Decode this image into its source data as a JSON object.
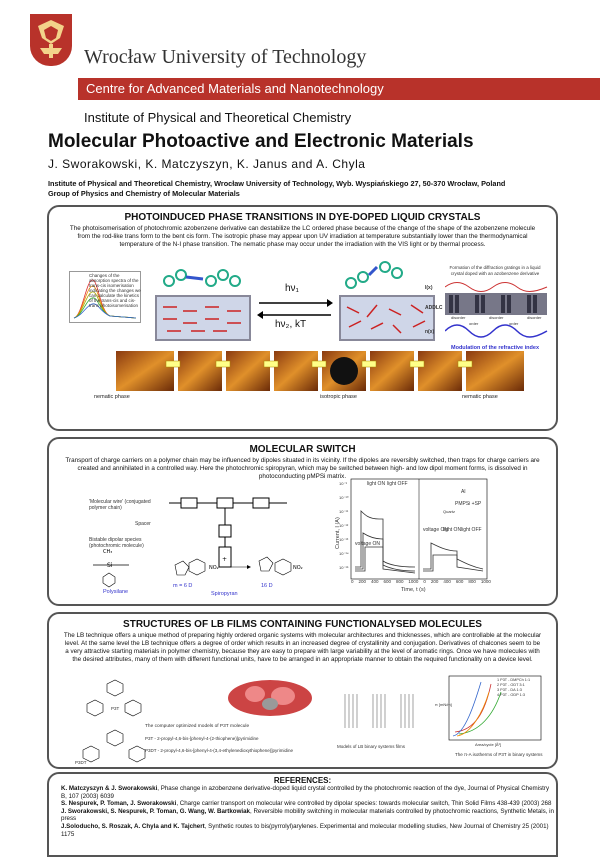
{
  "header": {
    "university": "Wrocław University of Technology",
    "centre": "Centre for Advanced Materials and Nanotechnology",
    "institute": "Institute of Physical and Theoretical Chemistry",
    "title": "Molecular Photoactive and Electronic Materials",
    "authors": "J. Sworakowski, K. Matczyszyn, K. Janus and A. Chyla",
    "affiliation_line1": "Institute of Physical and Theoretical Chemistry, Wrocław University of Technology, Wyb. Wyspiańskiego 27, 50-370 Wrocław, Poland",
    "affiliation_line2": "Group of Physics and Chemistry of Molecular Materials"
  },
  "panel1": {
    "title": "PHOTOINDUCED PHASE TRANSITIONS IN DYE-DOPED LIQUID CRYSTALS",
    "text": "The photoisomerisation of photochromic azobenzene derivative can destabilize the LC ordered phase because of the change of the shape of the azobenzene molecule from the rod-like trans form to the bent cis form. The isotropic phase may appear upon UV irradiation at temperature substantially lower than the thermodynamical temperature of the N-I phase transition. The nematic phase may occur under the irradiation with the VIS light or by thermal process.",
    "hv1": "hν₁",
    "hv2": "hν₂, kT",
    "spectra_caption": "Changes of the absorption spectra of the trans-cis isomerisation indicating the changes we can calculate the kinetics of the trans-cis and cis-trans photoisomerisation",
    "grating_caption": "Formation of the diffraction gratings in a liquid crystal doped with an azobenzene derivative",
    "grating_i": "I(x)",
    "grating_addlc": "ADDLC",
    "grating_nx": "n(x)",
    "disorder": "disorder",
    "order": "order",
    "modulation": "Modulation of the refractive index",
    "phase_nematic_left": "nematic phase",
    "phase_isotropic": "isotropic phase",
    "phase_nematic_right": "nematic phase"
  },
  "panel2": {
    "title": "MOLECULAR SWITCH",
    "text": "Transport of charge carriers on a polymer chain may be influenced by dipoles situated in its vicinity. If the dipoles are reversibly switched, then traps for charge carriers are created and annihilated in a controlled way. Here the photochromic spiropyran, which may be switched between high- and low dipol moment forms, is dissolved in photoconducting pMPSi matrix.",
    "label_wire": "'Molecular wire' (conjugated polymer chain)",
    "label_spacer": "Spacer",
    "label_bistable": "Bistable dipolar species (photochromic molecule)",
    "polysilane": "Polysilane",
    "moment": "m = 6 D",
    "spiropyran": "Spiropyran",
    "moment2": "16 D",
    "plot": {
      "ylabel": "Current, I (A)",
      "xlabel": "Time, t (s)",
      "light_on": "light ON",
      "light_off": "light OFF",
      "voltage_on": "voltage ON",
      "voltage_on2": "voltage ON",
      "light_on2": "light ON",
      "light_off2": "light OFF",
      "al": "Al",
      "pmpsi": "PMPSi +SP",
      "quartz": "Quartz",
      "x_ticks": [
        "0",
        "200",
        "400",
        "600",
        "800",
        "1000",
        "0",
        "200",
        "400",
        "600",
        "800",
        "1000"
      ],
      "y_ticks": [
        "10⁻⁹",
        "10⁻¹⁰",
        "10⁻¹¹",
        "10⁻¹²",
        "10⁻¹³",
        "10⁻¹⁴",
        "10⁻¹⁵"
      ]
    }
  },
  "panel3": {
    "title": "STRUCTURES OF LB FILMS CONTAINING FUNCTIONALYSED MOLECULES",
    "text": "The LB technique offers a unique method of preparing highly ordered organic systems with molecular architectures and thicknesses, which are controllable at the molecular level. At the same level the LB technique offers a degree of order which results in an increased degree of crystallinity and conjugation. Derivatives of chalcones seem to be a very attractive starting materials in polymer chemistry, because they are easy to prepare with large variability at the level of aromatic rings. Once we have molecules with the desired attributes, many of them with different functional units, have to be arranged in an appropriate manner to obtain the required functionality on a device level.",
    "model_caption": "The computer optimized models of P3T molecule",
    "p3t": "P3T - 2-propyl-4,6-bis-[phenyl-4-(2-thiophene)]pyrimidine",
    "p3dt": "P3DT - 2-propyl-4,6-bis-[phenyl-4-(3,4-ethylenedioxythiophene)]pyrimidine",
    "binary_caption": "Models of LB binary systems films",
    "isotherm_caption": "The π-A isotherms of P3T in binary systems",
    "isotherm_xlabel": "Area/cycle [Å²]",
    "isotherm_ylabel": "π [mN/m]",
    "legend": [
      "1 P3T - DMPCh 1:1",
      "2 P3T - ODT 3:1",
      "3 P3T - DA 1:3",
      "4 P3T - ODP 1:3"
    ],
    "p3t_label": "P3T",
    "p3dt_label": "P3DT"
  },
  "references": {
    "title": "REFERENCES:",
    "items": [
      {
        "authors": "K. Matczyszyn & J. Sworakowski",
        "text": ", Phase change in azobenzene derivative-doped liquid crystal controlled by the photochromic reaction of the dye, Journal of Physical Chemistry B, 107 (2003) 6039"
      },
      {
        "authors": "S. Nespurek, P. Toman, J. Sworakowski",
        "text": ", Charge carrier transport on molecular wire controlled by dipolar species: towards molecular switch, Thin Solid Films 438-439 (2003) 268"
      },
      {
        "authors": "J. Sworakowski, S. Nespurek, P. Toman, G. Wang, W. Bartkowiak",
        "text": ", Reversible mobility switching in molecular materials controlled by photochromic reactions, Synthetic Metals, in press"
      },
      {
        "authors": "J.Soloducho, S. Roszak, A. Chyla and K. Tajchert",
        "text": ", Synthetic routes to bis(pyrrolyl)arylenes. Experimental and molecular modelling studies, New Journal of Chemistry 25 (2001) 1175"
      }
    ]
  },
  "colors": {
    "brand_red": "#b8322a",
    "panel_border": "#555555"
  }
}
